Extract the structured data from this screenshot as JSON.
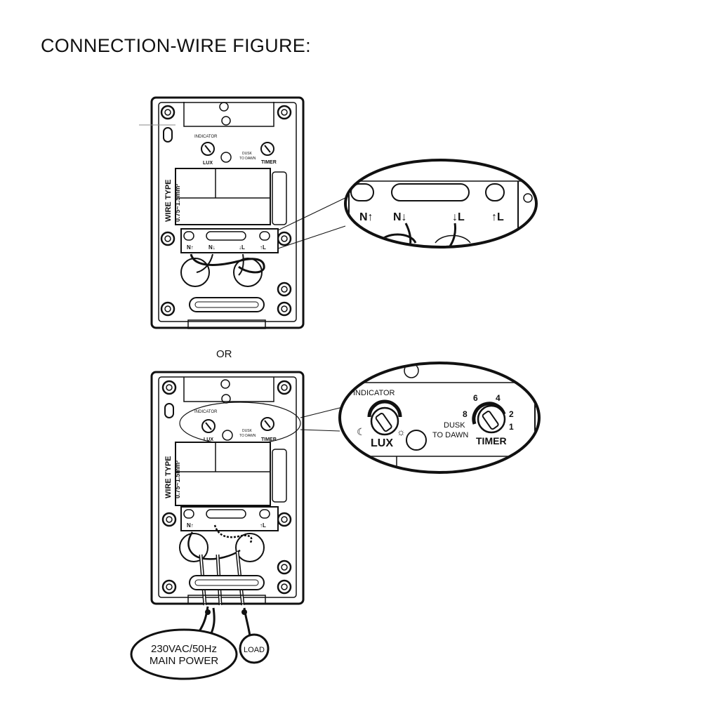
{
  "heading": "CONNECTION-WIRE FIGURE:",
  "separator": "OR",
  "device": {
    "indicator": "INDICATOR",
    "lux": "LUX",
    "dusk_line1": "DUSK",
    "dusk_line2": "TO DAWN",
    "timer": "TIMER",
    "timer_marks": [
      "8",
      "6",
      "4",
      "2",
      "1"
    ],
    "wire_type_line1": "WIRE TYPE",
    "wire_type_line2": "0.75~1.5mm²",
    "terminals": [
      "N↑",
      "N↓",
      "↓L",
      "↑L"
    ]
  },
  "power_label_line1": "230VAC/50Hz",
  "power_label_line2": "MAIN POWER",
  "load_label": "LOAD"
}
